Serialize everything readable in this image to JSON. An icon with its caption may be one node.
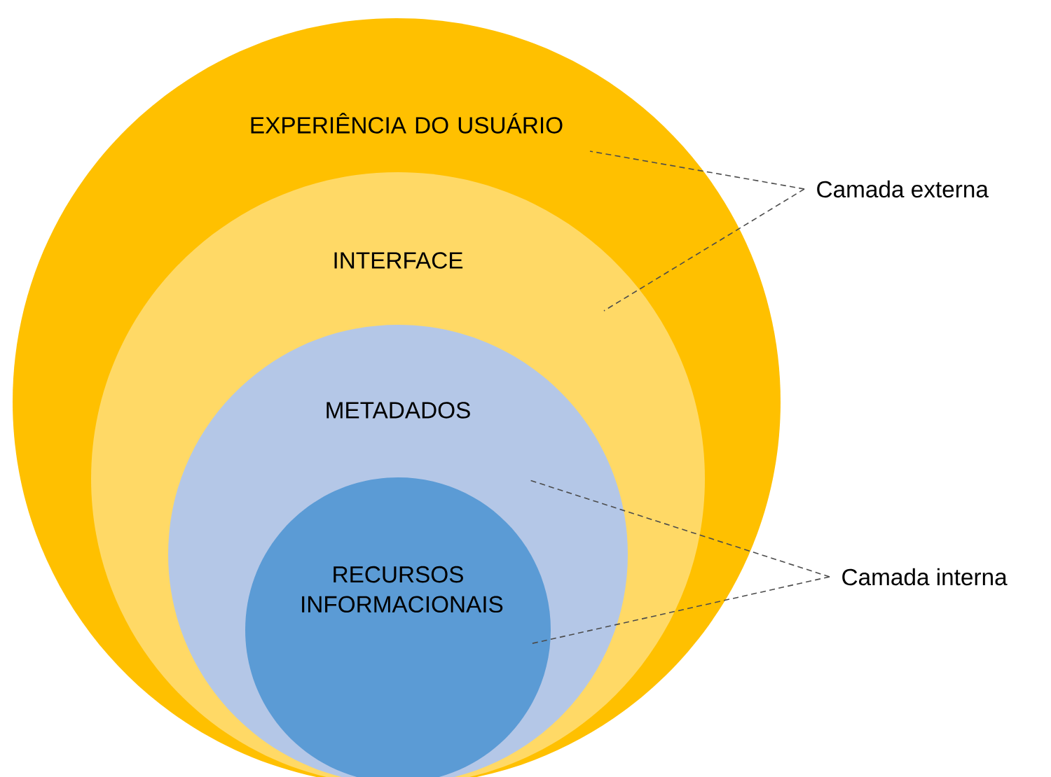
{
  "diagram": {
    "nodes": [
      {
        "text": [
          "EXPERIÊNCIA DO USUÁRIO"
        ]
      },
      {
        "text": [
          "INTERFACE"
        ],
        "in": 0
      },
      {
        "text": [
          "METADADOS"
        ],
        "in": 1
      },
      {
        "text": [
          "RECURSOS INFORMACIONAIS"
        ],
        "in": 2
      },
      {
        "text": [
          "Camada externa"
        ]
      },
      {
        "text": [
          "Camada interna"
        ]
      }
    ],
    "edges": [
      {
        "from": 4,
        "to": 0,
        "arrow": "none",
        "style": "dashed"
      },
      {
        "from": 4,
        "to": 1,
        "arrow": "none",
        "style": "dashed"
      },
      {
        "from": 5,
        "to": 2,
        "arrow": "none",
        "style": "dashed"
      },
      {
        "from": 5,
        "to": 3,
        "arrow": "none",
        "style": "dashed"
      }
    ]
  }
}
